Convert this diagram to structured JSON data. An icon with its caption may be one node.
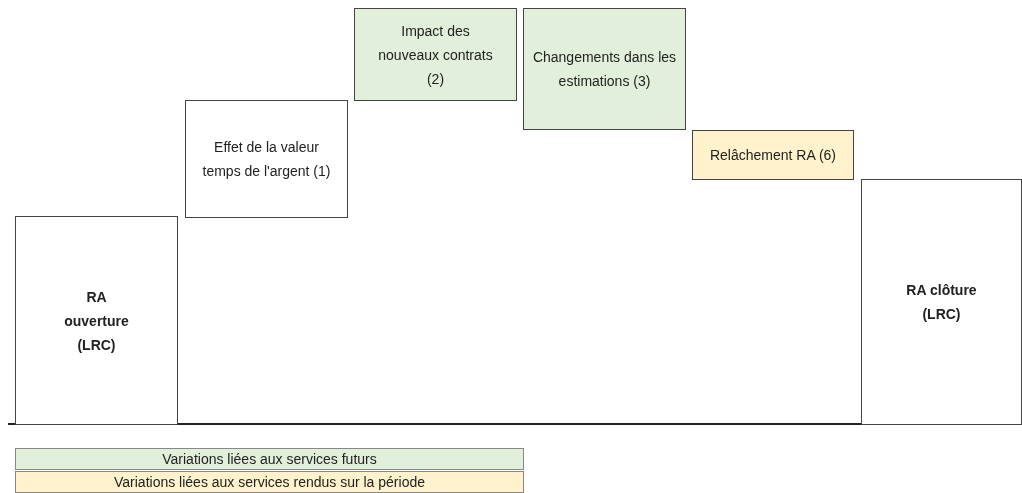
{
  "diagram": {
    "nodes": [
      {
        "text": [
          "RA ouverture (LRC)"
        ]
      },
      {
        "text": [
          "Effet de la valeur temps de l'argent (1)"
        ]
      },
      {
        "text": [
          "Impact des nouveaux contrats (2)"
        ]
      },
      {
        "text": [
          "Changements dans les estimations (3)"
        ]
      },
      {
        "text": [
          "Relâchement RA (6)"
        ]
      },
      {
        "text": [
          "RA clôture (LRC)"
        ]
      }
    ],
    "edges": [],
    "legend": [
      {
        "text": "Variations liées aux services futurs",
        "color": "#e2efda"
      },
      {
        "text": "Variations liées aux services rendus sur la période",
        "color": "#fff2cc"
      }
    ]
  }
}
